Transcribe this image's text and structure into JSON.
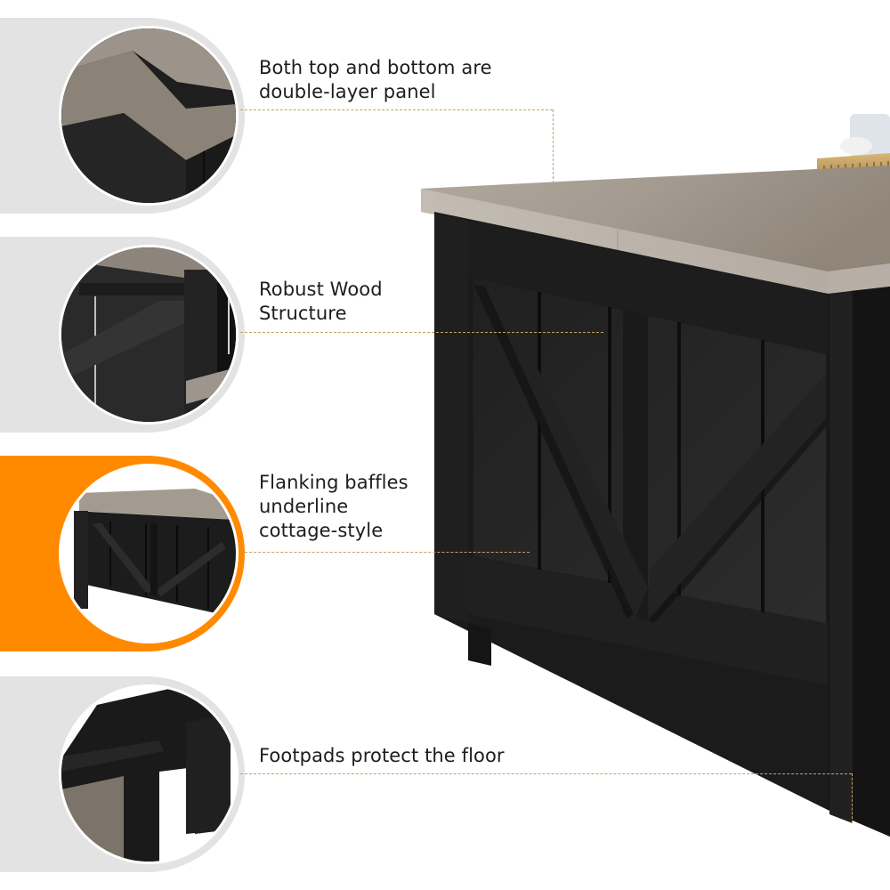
{
  "infographic": {
    "theme": {
      "pill_grey": "#e3e3e3",
      "pill_active": "#ff8a00",
      "leader_color": "#c9a064",
      "text_color": "#1d1d1d",
      "table_black": "#1a1a1a",
      "table_top_oak": "#a89e93"
    },
    "callouts": [
      {
        "id": "double-layer-panel",
        "text": "Both top and bottom are\ndouble-layer panel",
        "active": false,
        "photo_subject": "close-up of grey oak tabletop corner over black body"
      },
      {
        "id": "robust-wood-structure",
        "text": "Robust Wood\nStructure",
        "active": false,
        "photo_subject": "close-up of black frame with diagonal brace"
      },
      {
        "id": "flanking-baffles",
        "text": "Flanking baffles\nunderline\ncottage-style",
        "active": true,
        "photo_subject": "side panel with barn-door X bracing"
      },
      {
        "id": "footpads",
        "text": "Footpads protect the floor",
        "active": false,
        "photo_subject": "close-up of black leg with footpad"
      }
    ],
    "hero": {
      "subject": "black farmhouse coffee table with grey oak top and barn-door panel",
      "decor": "brass tray with tissue box on tabletop"
    }
  }
}
